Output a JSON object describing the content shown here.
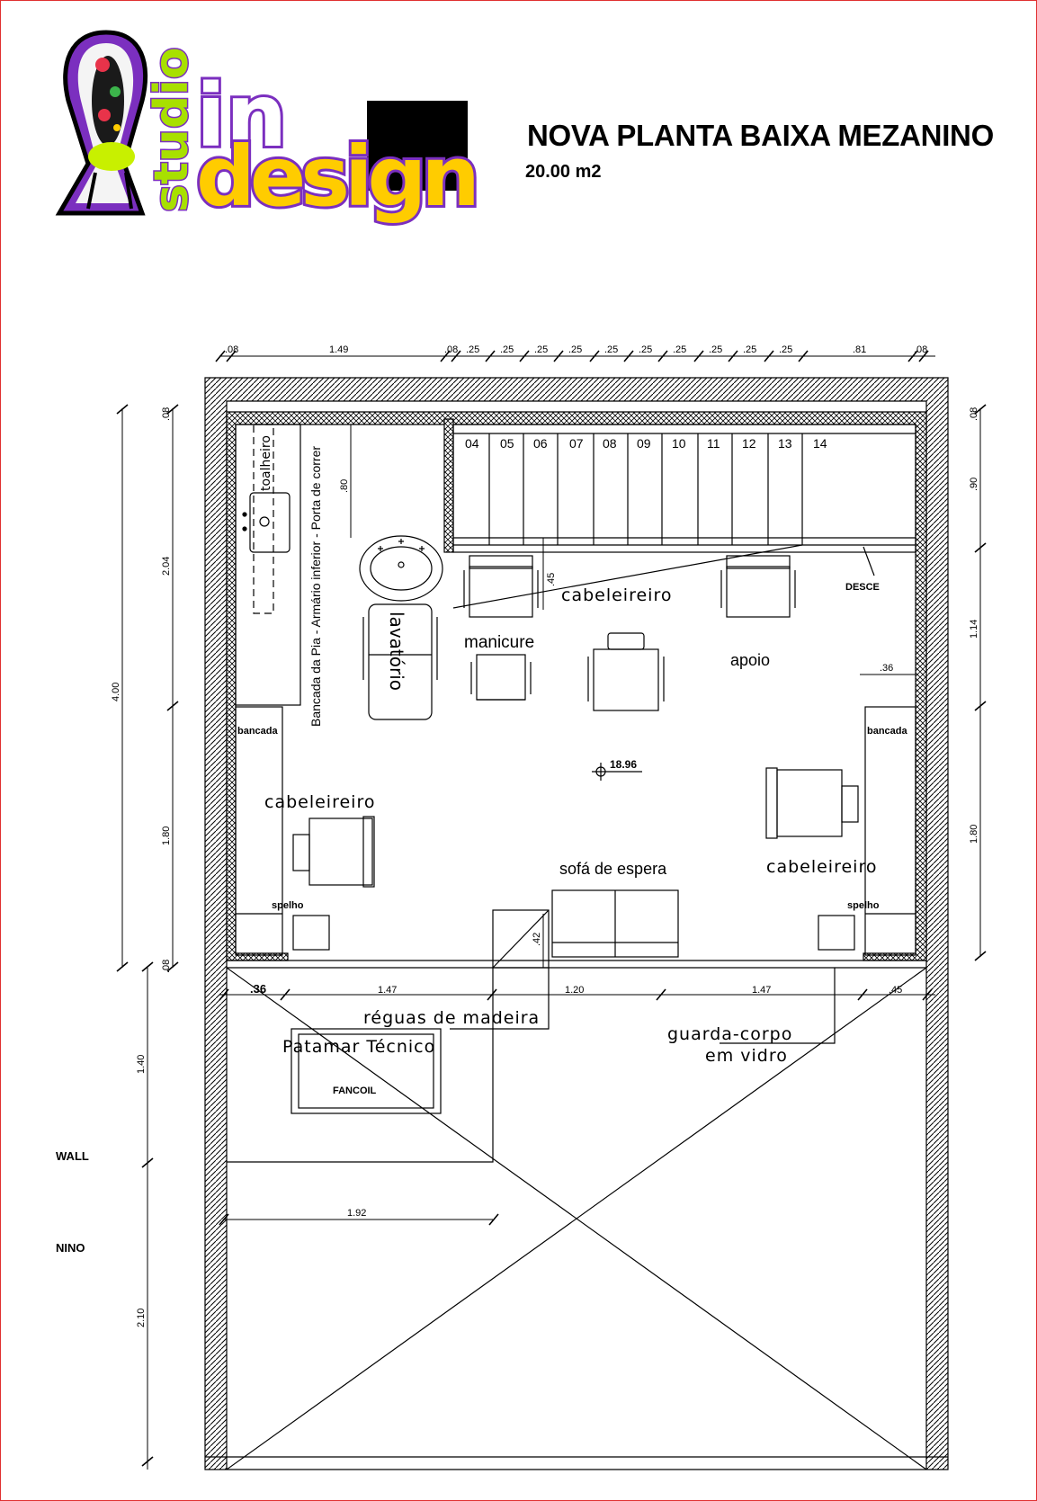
{
  "header": {
    "title": "NOVA PLANTA BAIXA MEZANINO",
    "area": "20.00 m2"
  },
  "logo": {
    "word_studio": "studio",
    "word_in": "in",
    "word_design": "design",
    "colors": {
      "purple": "#7b2fbf",
      "yellow": "#ffcc00",
      "green": "#a8e000",
      "black": "#000000"
    }
  },
  "plan": {
    "dims_top": {
      "d1": ".08",
      "d2": "1.49",
      "d3": ".08",
      "d4": ".25",
      "d5": ".25",
      "d6": ".25",
      "d7": ".25",
      "d8": ".25",
      "d9": ".25",
      "d10": ".25",
      "d11": ".25",
      "d12": ".25",
      "d13": ".25",
      "d14": ".81",
      "d15": ".08"
    },
    "dims_left": {
      "l1": ".08",
      "l2": "2.04",
      "l3": "4.00",
      "l4": "1.80",
      "l5": ".08",
      "l6": "1.40",
      "l7": "2.10"
    },
    "dims_right": {
      "r1": ".08",
      "r2": ".90",
      "r3": "1.14",
      "r4": "1.80"
    },
    "dims_inner": {
      "i1": ".36",
      "i2": "1.47",
      "i3": "1.20",
      "i4": "1.47",
      "i5": ".45",
      "i6": "1.92",
      "i7": ".80",
      "i8": ".45",
      "i9": ".42",
      "i10": ".36"
    },
    "steps": [
      "04",
      "05",
      "06",
      "07",
      "08",
      "09",
      "10",
      "11",
      "12",
      "13",
      "14"
    ],
    "labels": {
      "toalheiro": "toalheiro",
      "bancada_pia": "Bancada da Pia - Armário inferior - Porta de correr",
      "lavatorio": "lavatório",
      "manicure": "manicure",
      "cabeleireiro_top": "cabeleireiro",
      "apoio": "apoio",
      "desce": "DESCE",
      "bancada_left": "bancada",
      "bancada_right": "bancada",
      "cabeleireiro_left": "cabeleireiro",
      "cabeleireiro_right": "cabeleireiro",
      "sofa": "sofá de espera",
      "spelho_left": "spelho",
      "spelho_right": "spelho",
      "level": "18.96",
      "reguas": "réguas de madeira",
      "patamar": "Patamar Técnico",
      "fancoil": "FANCOIL",
      "guarda_1": "guarda-corpo",
      "guarda_2": "em vidro",
      "wall": "WALL",
      "nino": "NINO"
    }
  }
}
